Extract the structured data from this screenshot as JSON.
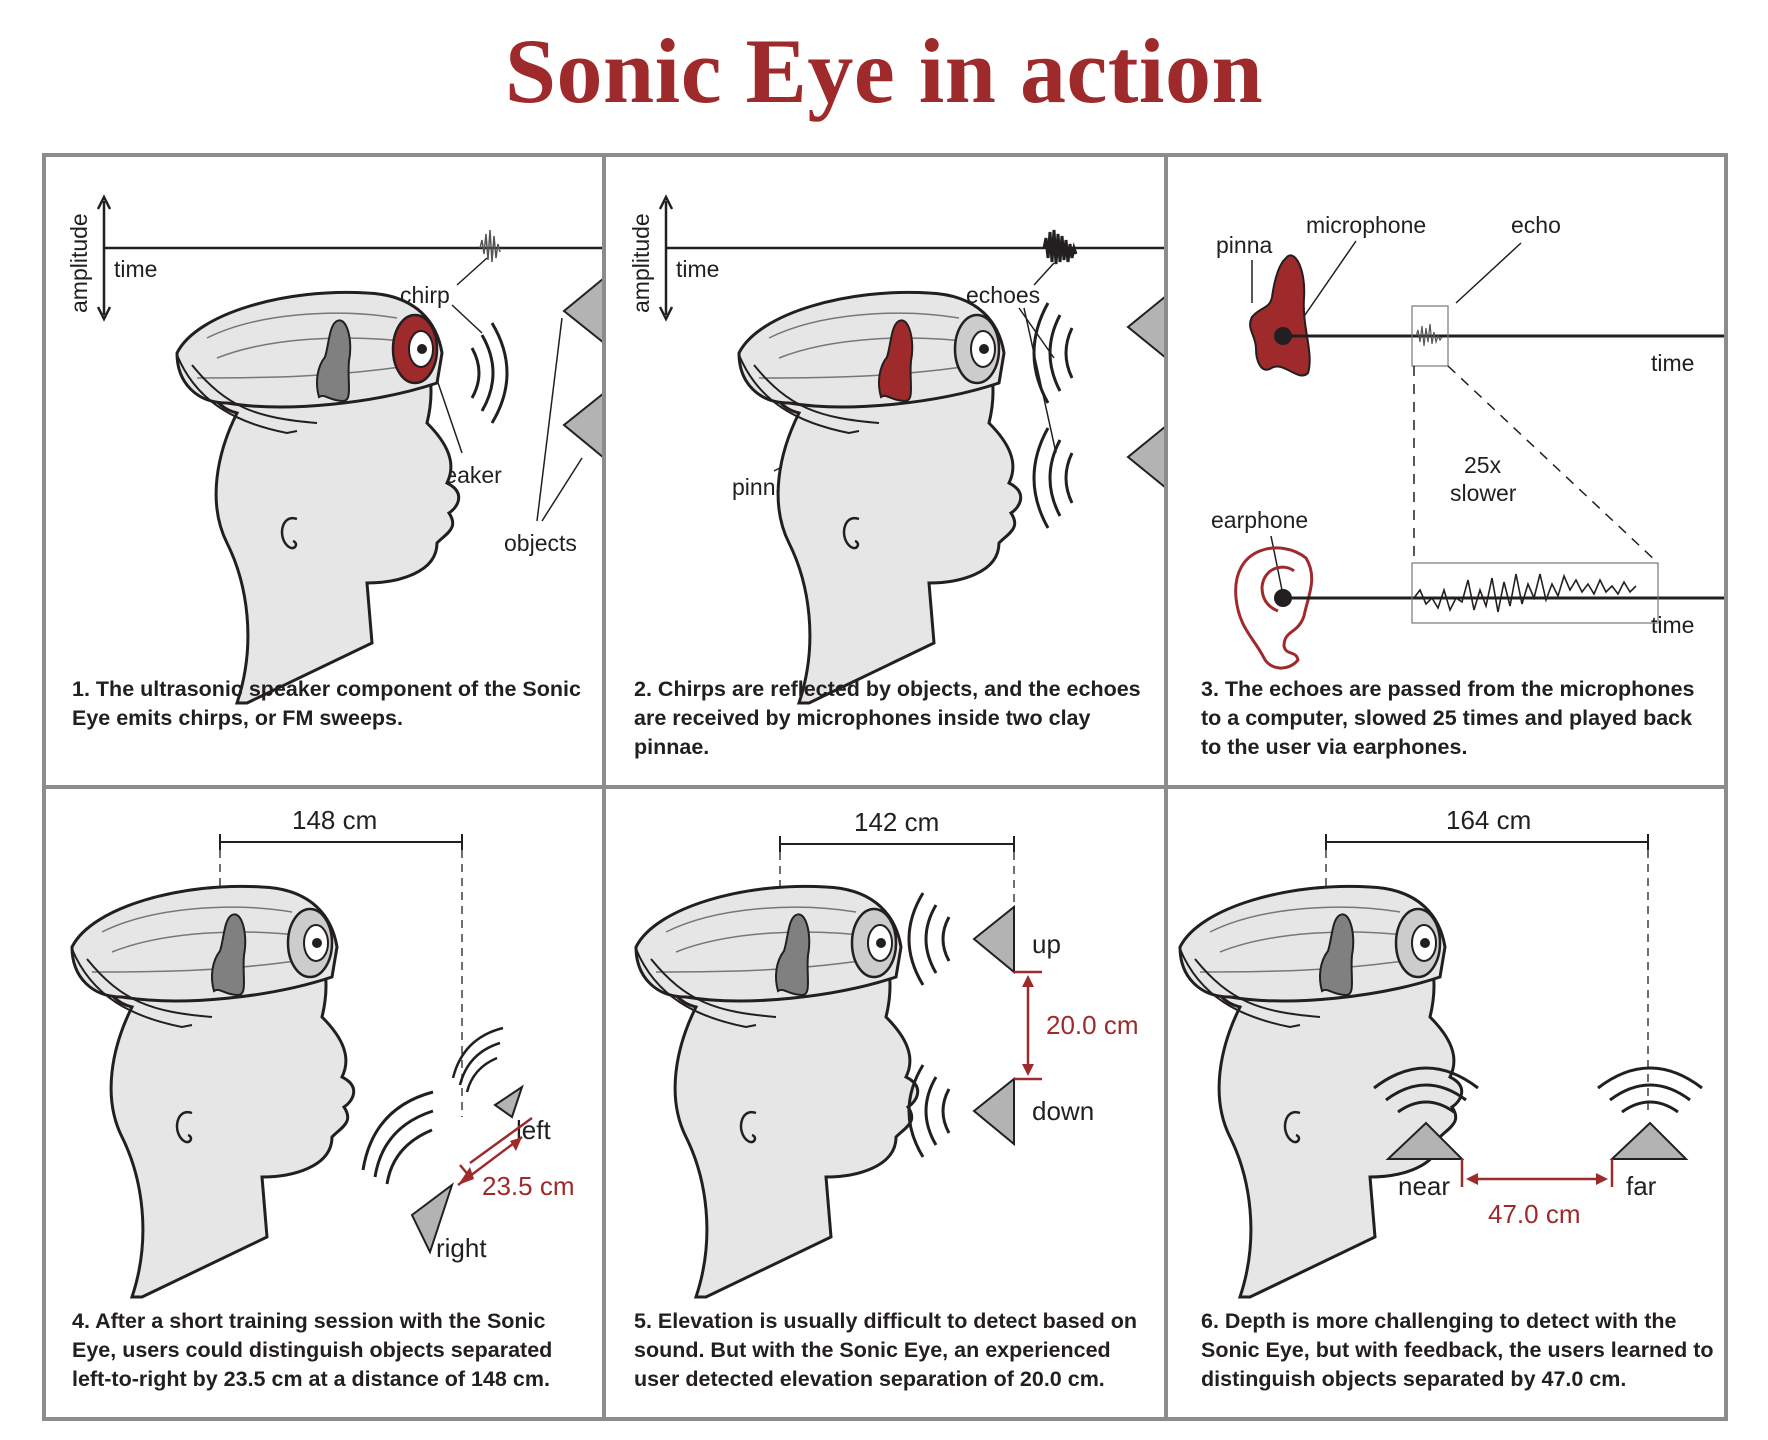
{
  "title": "Sonic Eye in action",
  "colors": {
    "accent": "#9e2a2b",
    "head": "#e6e6e6",
    "pinna": "#808080",
    "frame": "#8c8c8c"
  },
  "panels": [
    {
      "number": "1.",
      "caption": "The ultrasonic speaker component of the Sonic Eye emits chirps, or FM sweeps.",
      "labels": {
        "amplitude": "amplitude",
        "time": "time",
        "chirp": "chirp",
        "speaker": "speaker",
        "objects": "objects"
      }
    },
    {
      "number": "2.",
      "caption": "Chirps are reflected by objects, and the echoes are received by microphones inside two clay pinnae.",
      "labels": {
        "amplitude": "amplitude",
        "time": "time",
        "echoes": "echoes",
        "pinna": "pinna"
      }
    },
    {
      "number": "3.",
      "caption": "The echoes are passed from the microphones to a computer, slowed 25 times and played back to the user via earphones.",
      "labels": {
        "pinna": "pinna",
        "microphone": "microphone",
        "echo": "echo",
        "time_top": "time",
        "slowdown_1": "25x",
        "slowdown_2": "slower",
        "earphone": "earphone",
        "time_bottom": "time"
      }
    },
    {
      "number": "4.",
      "caption": "After a short training session with the Sonic Eye, users could distinguish objects separated left-to-right by 23.5 cm at a distance of 148 cm.",
      "labels": {
        "distance": "148 cm",
        "left": "left",
        "right": "right",
        "separation": "23.5 cm"
      }
    },
    {
      "number": "5.",
      "caption": "Elevation is usually difficult to detect based on sound. But with the Sonic Eye, an experienced user detected elevation separation of 20.0 cm.",
      "labels": {
        "distance": "142 cm",
        "up": "up",
        "down": "down",
        "separation": "20.0 cm"
      }
    },
    {
      "number": "6.",
      "caption": "Depth is more challenging to detect with the Sonic Eye, but with feedback, the users learned to distinguish objects separated by 47.0 cm.",
      "labels": {
        "distance": "164 cm",
        "near": "near",
        "far": "far",
        "separation": "47.0 cm"
      }
    }
  ]
}
